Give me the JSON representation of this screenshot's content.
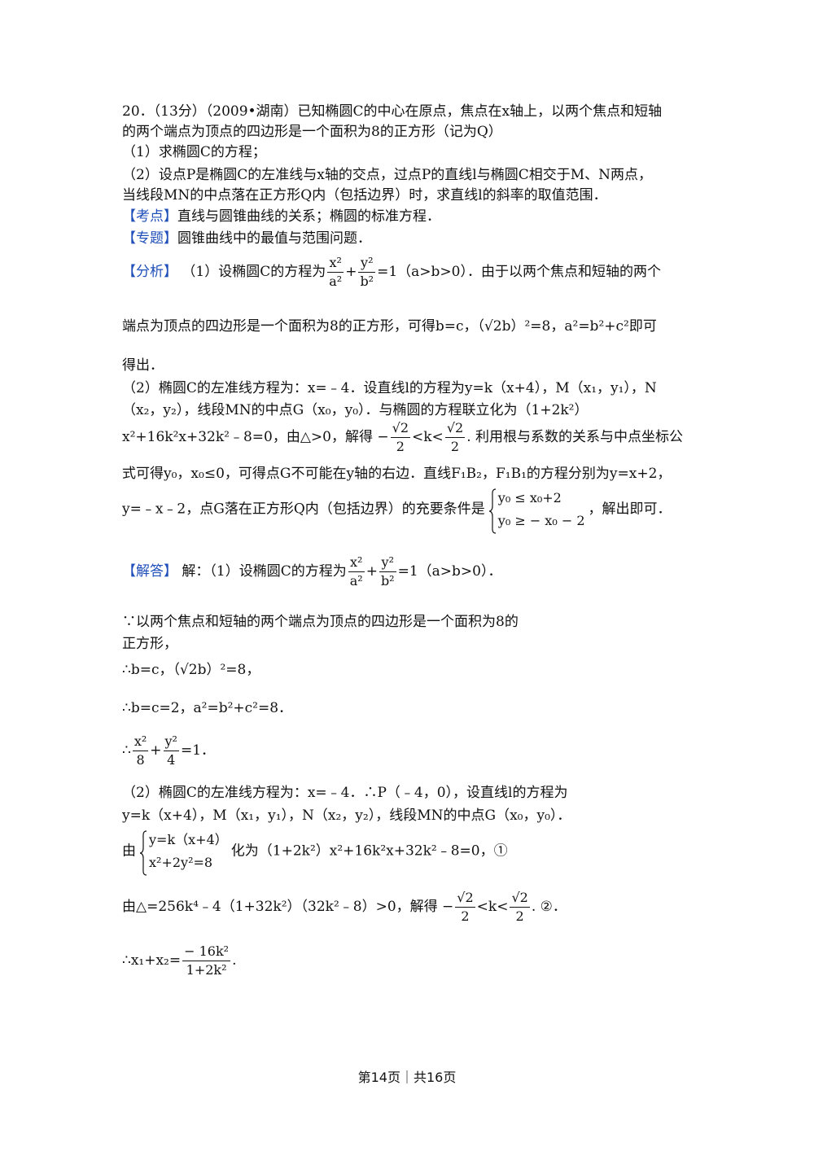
{
  "problem": {
    "line1": "20．（13分）（2009•湖南）已知椭圆C的中心在原点，焦点在x轴上，以两个焦点和短轴",
    "line2": "的两个端点为顶点的四边形是一个面积为8的正方形（记为Q）",
    "part1": "（1）求椭圆C的方程；",
    "part2a": "（2）设点P是椭圆C的左准线与x轴的交点，过点P的直线l与椭圆C相交于M、N两点，",
    "part2b": "当线段MN的中点落在正方形Q内（包括边界）时，求直线l的斜率的取值范围．"
  },
  "kaodian": {
    "tag": "【考点】",
    "text": "直线与圆锥曲线的关系；椭圆的标准方程．"
  },
  "zhuanti": {
    "tag": "【专题】",
    "text": "圆锥曲线中的最值与范围问题．"
  },
  "analysis": {
    "tag": "【分析】",
    "l1_pre": "（1）设椭圆C的方程为",
    "l1_f1n": "x²",
    "l1_f1d": "a²",
    "l1_f2n": "y²",
    "l1_f2d": "b²",
    "l1_post": "=1（a>b>0）．由于以两个焦点和短轴的两个",
    "l2": "端点为顶点的四边形是一个面积为8的正方形，可得b=c，（√2b）²=8，a²=b²+c²即可",
    "l3": "得出．",
    "l4": "（2）椭圆C的左准线方程为：x=﹣4．设直线l的方程为y=k（x+4），M（x₁，y₁），N",
    "l5": "（x₂，y₂），线段MN的中点G（x₀，y₀）．与椭圆的方程联立化为（1+2k²）",
    "l6_pre": "x²+16k²x+32k²﹣8=0，由△>0，解得 −",
    "l6_n": "√2",
    "l6_d": "2",
    "l6_mid": "<k<",
    "l6_post": ". 利用根与系数的关系与中点坐标公",
    "l7": "式可得y₀，x₀≤0，可得点G不可能在y轴的右边．直线F₁B₂，F₁B₁的方程分别为y=x+2，",
    "l8_pre": "y=﹣x﹣2，点G落在正方形Q内（包括边界）的充要条件是",
    "l8_r1": "y₀ ≤ x₀+2",
    "l8_r2": "y₀ ≥ − x₀ − 2",
    "l8_post": "，解出即可．"
  },
  "solution": {
    "tag": "【解答】",
    "l1_pre": "解：（1）设椭圆C的方程为",
    "l1_post": "=1（a>b>0）．",
    "l2": "∵以两个焦点和短轴的两个端点为顶点的四边形是一个面积为8的",
    "l3": "正方形，",
    "l4": "∴b=c，（√2b）²=8，",
    "l5": "∴b=c=2，a²=b²+c²=8．",
    "l6_pre": "∴",
    "l6_f1n": "x²",
    "l6_f1d": "8",
    "l6_f2n": "y²",
    "l6_f2d": "4",
    "l6_post": "=1．",
    "l7": "（2）椭圆C的左准线方程为：x=﹣4．∴P（﹣4，0），设直线l的方程为",
    "l8": "y=k（x+4），M（x₁，y₁），N（x₂，y₂），线段MN的中点G（x₀，y₀）．",
    "l9_pre": "由",
    "l9_r1": "y=k（x+4）",
    "l9_r2": "x²+2y²=8",
    "l9_post": "化为（1+2k²）x²+16k²x+32k²﹣8=0，①",
    "l10_pre": "由△=256k⁴﹣4（1+32k²）（32k²﹣8）>0，解得 −",
    "l10_post": ". ②．",
    "l11_pre": "∴x₁+x₂=",
    "l11_n": "− 16k²",
    "l11_d": "1+2k²",
    "l11_post": "."
  },
  "footer": "第14页｜共16页"
}
